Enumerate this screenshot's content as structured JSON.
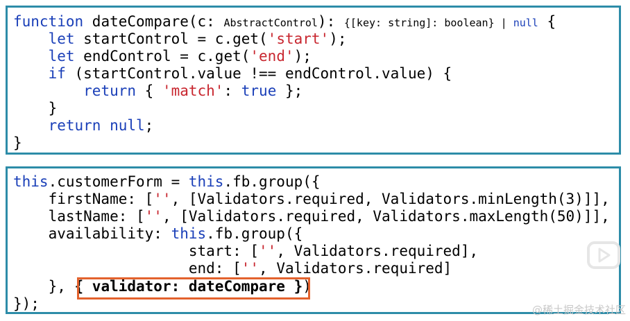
{
  "code1": {
    "l1a": "function",
    "l1b": " dateCompare(c: ",
    "l1c": "AbstractControl",
    "l1d": "): ",
    "l1e": "{[key: string]: boolean} | ",
    "l1f": "null",
    "l1g": " {",
    "l2a": "    ",
    "l2b": "let",
    "l2c": " startControl = c.get(",
    "l2d": "'start'",
    "l2e": ");",
    "l3a": "    ",
    "l3b": "let",
    "l3c": " endControl = c.get(",
    "l3d": "'end'",
    "l3e": ");",
    "l4a": "    ",
    "l4b": "if",
    "l4c": " (startControl.value !== endControl.value) {",
    "l5a": "        ",
    "l5b": "return",
    "l5c": " { ",
    "l5d": "'match'",
    "l5e": ": ",
    "l5f": "true",
    "l5g": " };",
    "l6": "    }",
    "l7a": "    ",
    "l7b": "return",
    "l7c": " ",
    "l7d": "null",
    "l7e": ";",
    "l8": "}"
  },
  "code2": {
    "l1a": "this",
    "l1b": ".customerForm = ",
    "l1c": "this",
    "l1d": ".fb.group({",
    "l2a": "    firstName: [",
    "l2b": "''",
    "l2c": ", [Validators.required, Validators.minLength(3)]],",
    "l3a": "    lastName: [",
    "l3b": "''",
    "l3c": ", [Validators.required, Validators.maxLength(50)]],",
    "l4a": "    availability: ",
    "l4b": "this",
    "l4c": ".fb.group({",
    "l5a": "                    start: [",
    "l5b": "''",
    "l5c": ", Validators.required],",
    "l6a": "                    end: [",
    "l6b": "''",
    "l6c": ", Validators.required]",
    "l7a": "    }, ",
    "l7b": "{ validator: dateCompare }",
    "l7c": ")",
    "l8": "});"
  },
  "watermark": "@稀土掘金技术社区",
  "colors": {
    "border": "#2d8ca8",
    "keyword": "#1a3fb8",
    "string": "#c8262f",
    "highlight": "#e3622d"
  },
  "icons": {
    "overlay": "play-icon"
  }
}
